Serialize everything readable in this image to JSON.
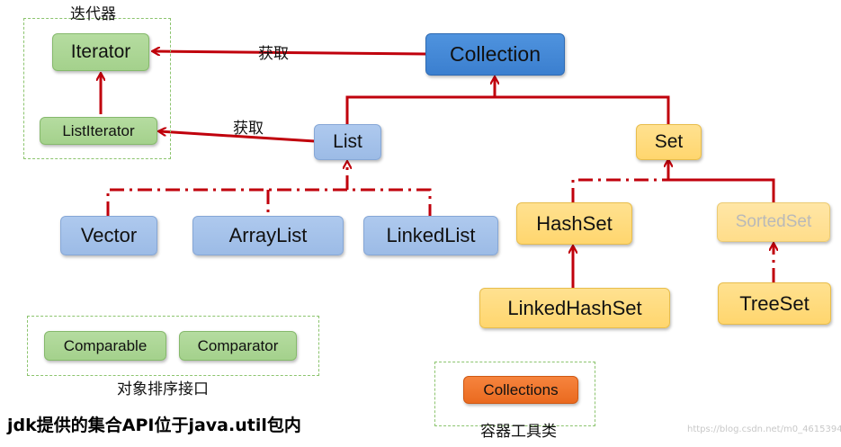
{
  "groups": {
    "iterator_caption": "迭代器",
    "comparison_caption": "对象排序接口",
    "tools_caption": "容器工具类"
  },
  "nodes": {
    "collection": "Collection",
    "list": "List",
    "set": "Set",
    "iterator": "Iterator",
    "list_iterator": "ListIterator",
    "vector": "Vector",
    "array_list": "ArrayList",
    "linked_list": "LinkedList",
    "hash_set": "HashSet",
    "sorted_set": "SortedSet",
    "linked_hash_set": "LinkedHashSet",
    "tree_set": "TreeSet",
    "comparable": "Comparable",
    "comparator": "Comparator",
    "collections": "Collections"
  },
  "edge_labels": {
    "collection_to_iterator": "获取",
    "list_to_list_iterator": "获取"
  },
  "footer": "jdk提供的集合API位于java.util包内",
  "watermark": "https://blog.csdn.net/m0_4615394",
  "colors": {
    "arrow": "#c0000c",
    "group_border": "#8cc46e",
    "list_family": "#9cbbe6",
    "set_family": "#ffd66e",
    "iterator_family": "#a4d18c",
    "collections": "#ea6a1f"
  }
}
